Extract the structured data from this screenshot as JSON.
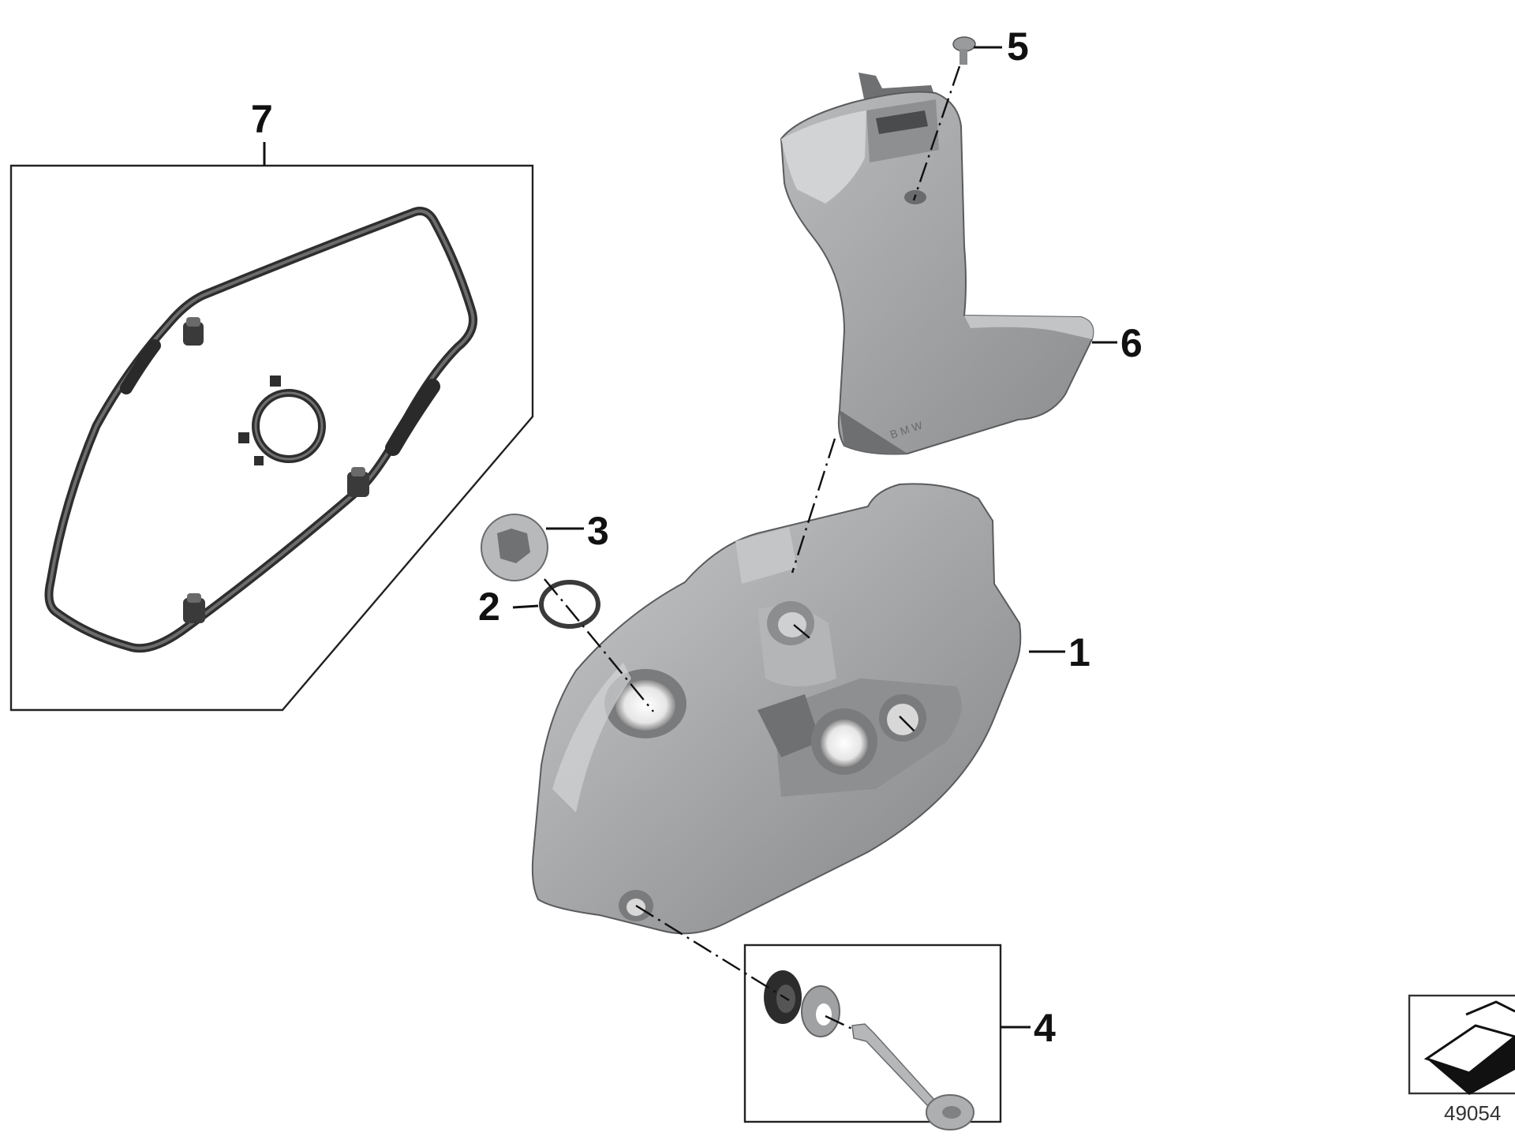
{
  "callouts": {
    "c1": "1",
    "c2": "2",
    "c3": "3",
    "c4": "4",
    "c5": "5",
    "c6": "6",
    "c7": "7"
  },
  "reference_number": "49054",
  "parts": [
    {
      "callout": "1",
      "icon": "engine-cover-body"
    },
    {
      "callout": "2",
      "icon": "o-ring"
    },
    {
      "callout": "3",
      "icon": "plug-cap"
    },
    {
      "callout": "4",
      "icon": "screw-kit-with-washers"
    },
    {
      "callout": "5",
      "icon": "small-screw"
    },
    {
      "callout": "6",
      "icon": "protective-cover"
    },
    {
      "callout": "7",
      "icon": "gasket-set"
    }
  ],
  "colors": {
    "part_fill": "#a8a9ab",
    "part_shade": "#7d7e80",
    "part_highlight": "#cfd0d2",
    "outline": "#111111"
  }
}
